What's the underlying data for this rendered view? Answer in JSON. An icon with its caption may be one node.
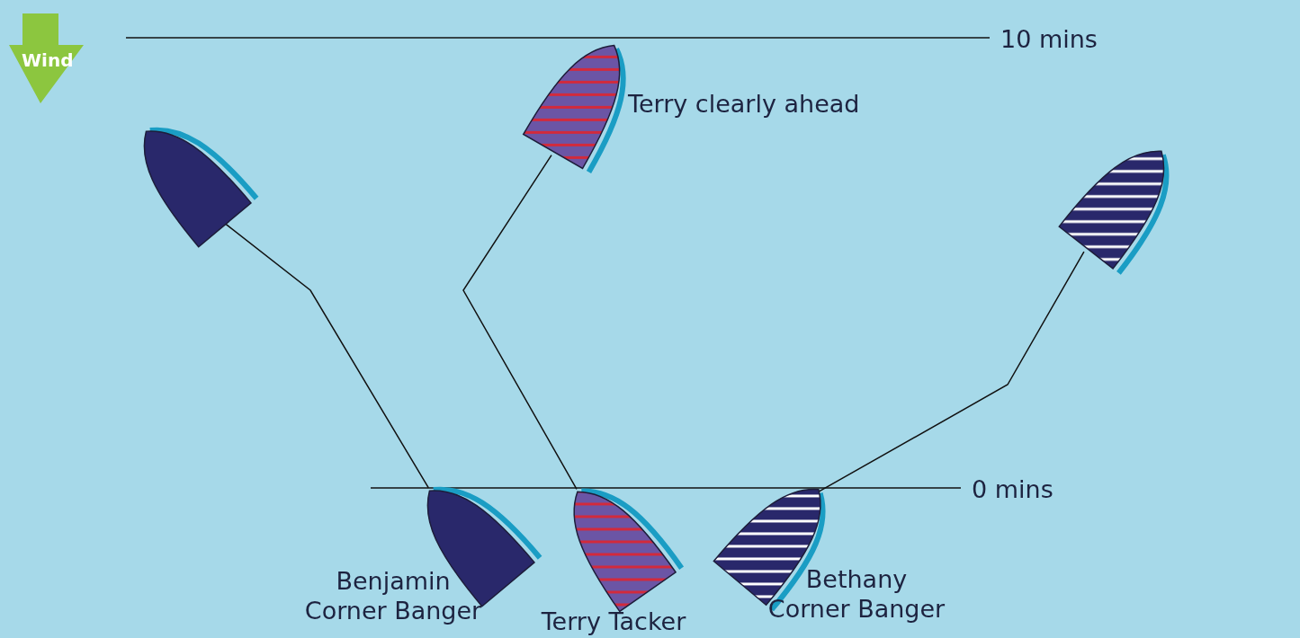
{
  "diagram": {
    "nodes": [
      {
        "text": [],
        "shape": "picture",
        "beside": [
          "Terry clearly ahead"
        ]
      },
      {
        "text": [],
        "shape": "picture"
      },
      {
        "text": [],
        "shape": "picture"
      },
      {
        "text": [],
        "shape": "picture",
        "beside": [
          "Benjamin Corner Banger"
        ]
      },
      {
        "text": [],
        "shape": "picture",
        "beside": [
          "Terry Tacker"
        ]
      },
      {
        "text": [],
        "shape": "picture",
        "beside": [
          "Bethany Corner Banger"
        ]
      }
    ],
    "edges": [
      {
        "from": 3,
        "to": 1,
        "arrow": "none"
      },
      {
        "from": 4,
        "to": 0,
        "arrow": "none"
      },
      {
        "from": 5,
        "to": 2,
        "arrow": "none"
      }
    ],
    "labels": [
      "Wind",
      "10 mins",
      "0 mins"
    ]
  }
}
